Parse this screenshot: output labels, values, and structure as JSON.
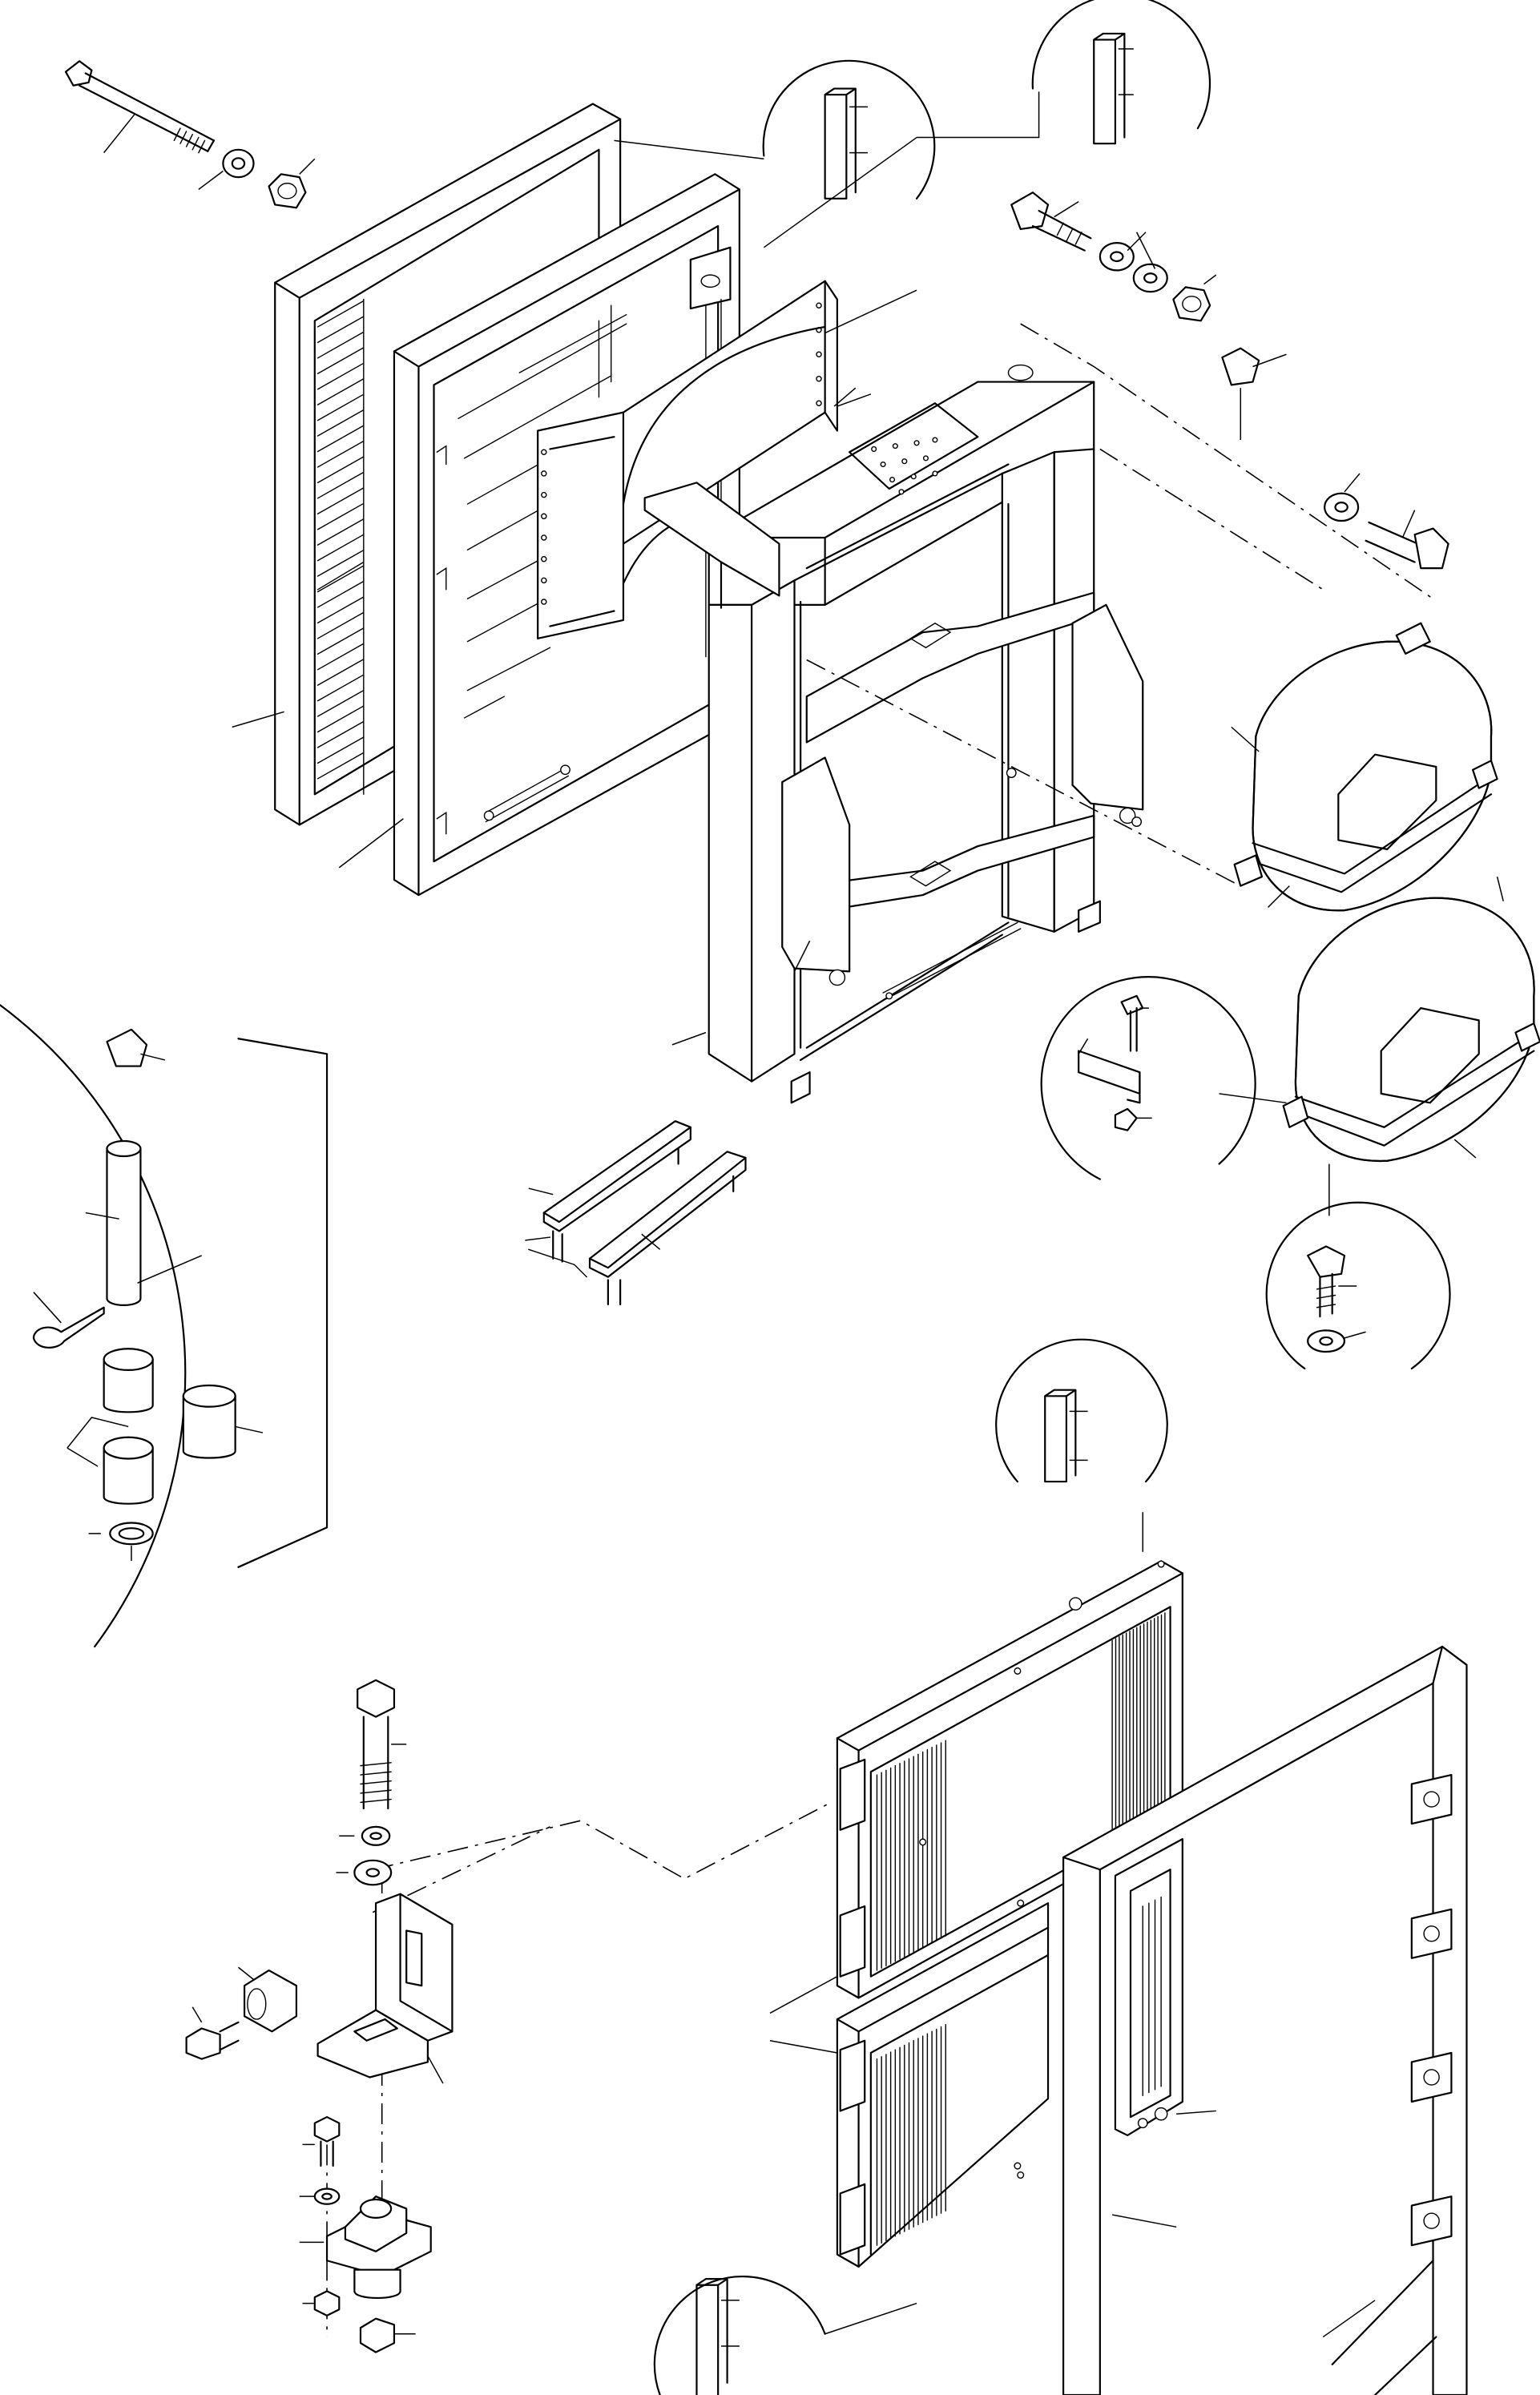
{
  "figure": {
    "type": "exploded-assembly-drawing",
    "line_color": "#000000",
    "background": "#ffffff"
  },
  "components": [
    "long-bolt",
    "washer",
    "nut",
    "outer-louvered-frame",
    "inner-frame-with-gasket",
    "fan-shroud-plate",
    "central-frame-assembly",
    "fan-guard-upper",
    "fan-guard-lower",
    "lifting-bars",
    "pin-detail-inset",
    "vibration-mount-assembly",
    "core-upper",
    "core-lower",
    "outer-mounting-frame"
  ]
}
